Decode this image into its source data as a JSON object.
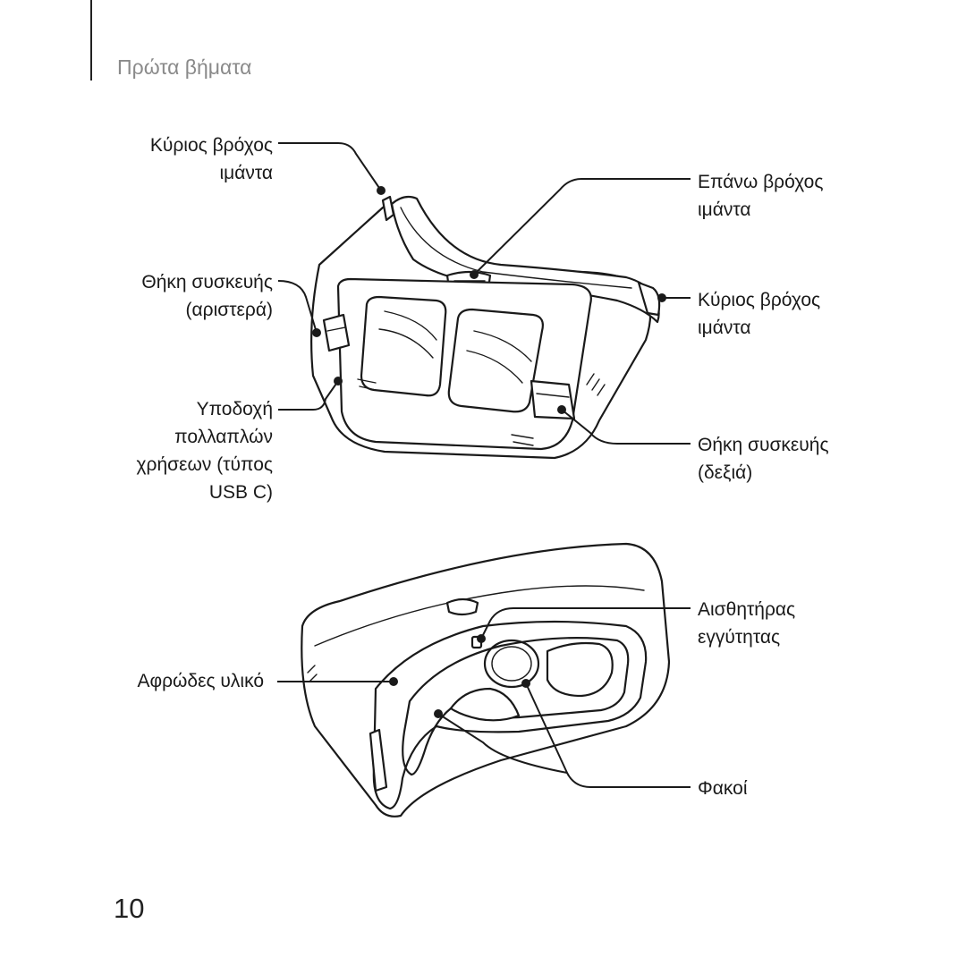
{
  "header": {
    "section_title": "Πρώτα βήματα"
  },
  "figure_top": {
    "callouts": [
      {
        "id": "main-strap-loop-left",
        "lines": [
          "Κύριος βρόχος",
          "ιμάντα"
        ]
      },
      {
        "id": "device-holder-left",
        "lines": [
          "Θήκη συσκευής",
          "(αριστερά)"
        ]
      },
      {
        "id": "usb-c-port",
        "lines": [
          "Υποδοχή",
          "πολλαπλών",
          "χρήσεων (τύπος",
          "USB C)"
        ]
      },
      {
        "id": "top-strap-loop",
        "lines": [
          "Επάνω βρόχος",
          "ιμάντα"
        ]
      },
      {
        "id": "main-strap-loop-right",
        "lines": [
          "Κύριος βρόχος",
          "ιμάντα"
        ]
      },
      {
        "id": "device-holder-right",
        "lines": [
          "Θήκη συσκευής",
          "(δεξιά)"
        ]
      }
    ]
  },
  "figure_bottom": {
    "callouts": [
      {
        "id": "foam-cushion",
        "lines": [
          "Αφρώδες υλικό"
        ]
      },
      {
        "id": "proximity-sensor",
        "lines": [
          "Αισθητήρας",
          "εγγύτητας"
        ]
      },
      {
        "id": "lenses",
        "lines": [
          "Φακοί"
        ]
      }
    ]
  },
  "footer": {
    "page_number": "10"
  }
}
